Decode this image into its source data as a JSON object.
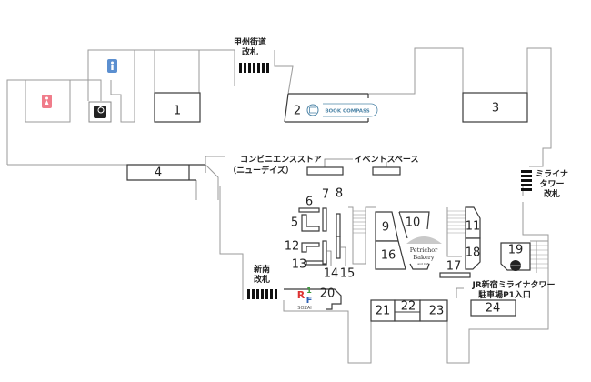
{
  "map": {
    "gates": {
      "koshu": [
        "甲州街道",
        "改札"
      ],
      "shinminami": [
        "新南",
        "改札"
      ],
      "miraina": [
        "ミライナ",
        "タワー",
        "改札"
      ]
    },
    "labels": {
      "convenience": [
        "コンビニエンスストア",
        "（ニューデイズ）"
      ],
      "event_space": "イベントスペース",
      "parking": [
        "JR新宿ミライナタワー",
        "駐車場P1入口"
      ]
    },
    "logos": {
      "book_compass": "BOOK COMPASS",
      "petrichor": [
        "Petrichor",
        "Bakery",
        "and Cafe"
      ],
      "rf1": [
        "R",
        "1",
        "F",
        "SOZAI"
      ]
    },
    "shops": [
      "1",
      "2",
      "3",
      "4",
      "5",
      "6",
      "7",
      "8",
      "9",
      "10",
      "11",
      "12",
      "13",
      "14",
      "15",
      "16",
      "17",
      "18",
      "19",
      "20",
      "21",
      "22",
      "23",
      "24"
    ],
    "colors": {
      "female": "#f07c8a",
      "male": "#5b8fd0",
      "accessible": "#222222",
      "book": "#4f86a8"
    },
    "icons": [
      "female-restroom-icon",
      "male-restroom-icon",
      "accessible-restroom-icon"
    ]
  }
}
